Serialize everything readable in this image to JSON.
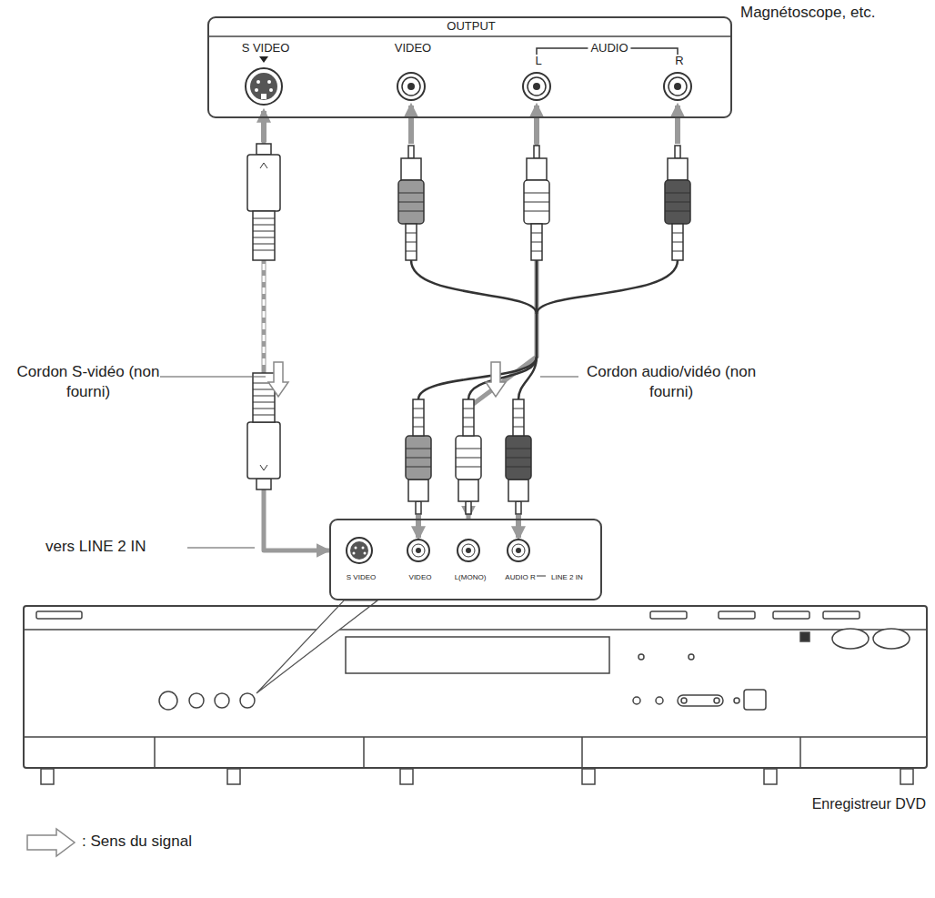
{
  "diagram": {
    "nodes": [
      {
        "text": [
          "Magnétoscope, etc.",
          "OUTPUT",
          "S VIDEO",
          "VIDEO",
          "AUDIO",
          "L",
          "R"
        ]
      },
      {
        "text": [
          "Enregistreur DVD"
        ]
      },
      {
        "text": [
          "S VIDEO",
          "VIDEO",
          "L(MONO)",
          "AUDIO R",
          "LINE 2 IN"
        ]
      }
    ],
    "edges": [
      {
        "from": 0,
        "to": 2,
        "arrow": "to"
      },
      {
        "from": 0,
        "to": 2,
        "arrow": "to"
      }
    ],
    "labels": [
      "vers LINE 2 IN",
      "Cordon S-vidéo (non fourni)",
      "Cordon audio/vidéo (non fourni)"
    ],
    "legend": [
      {
        "text": ": Sens du signal"
      }
    ]
  }
}
